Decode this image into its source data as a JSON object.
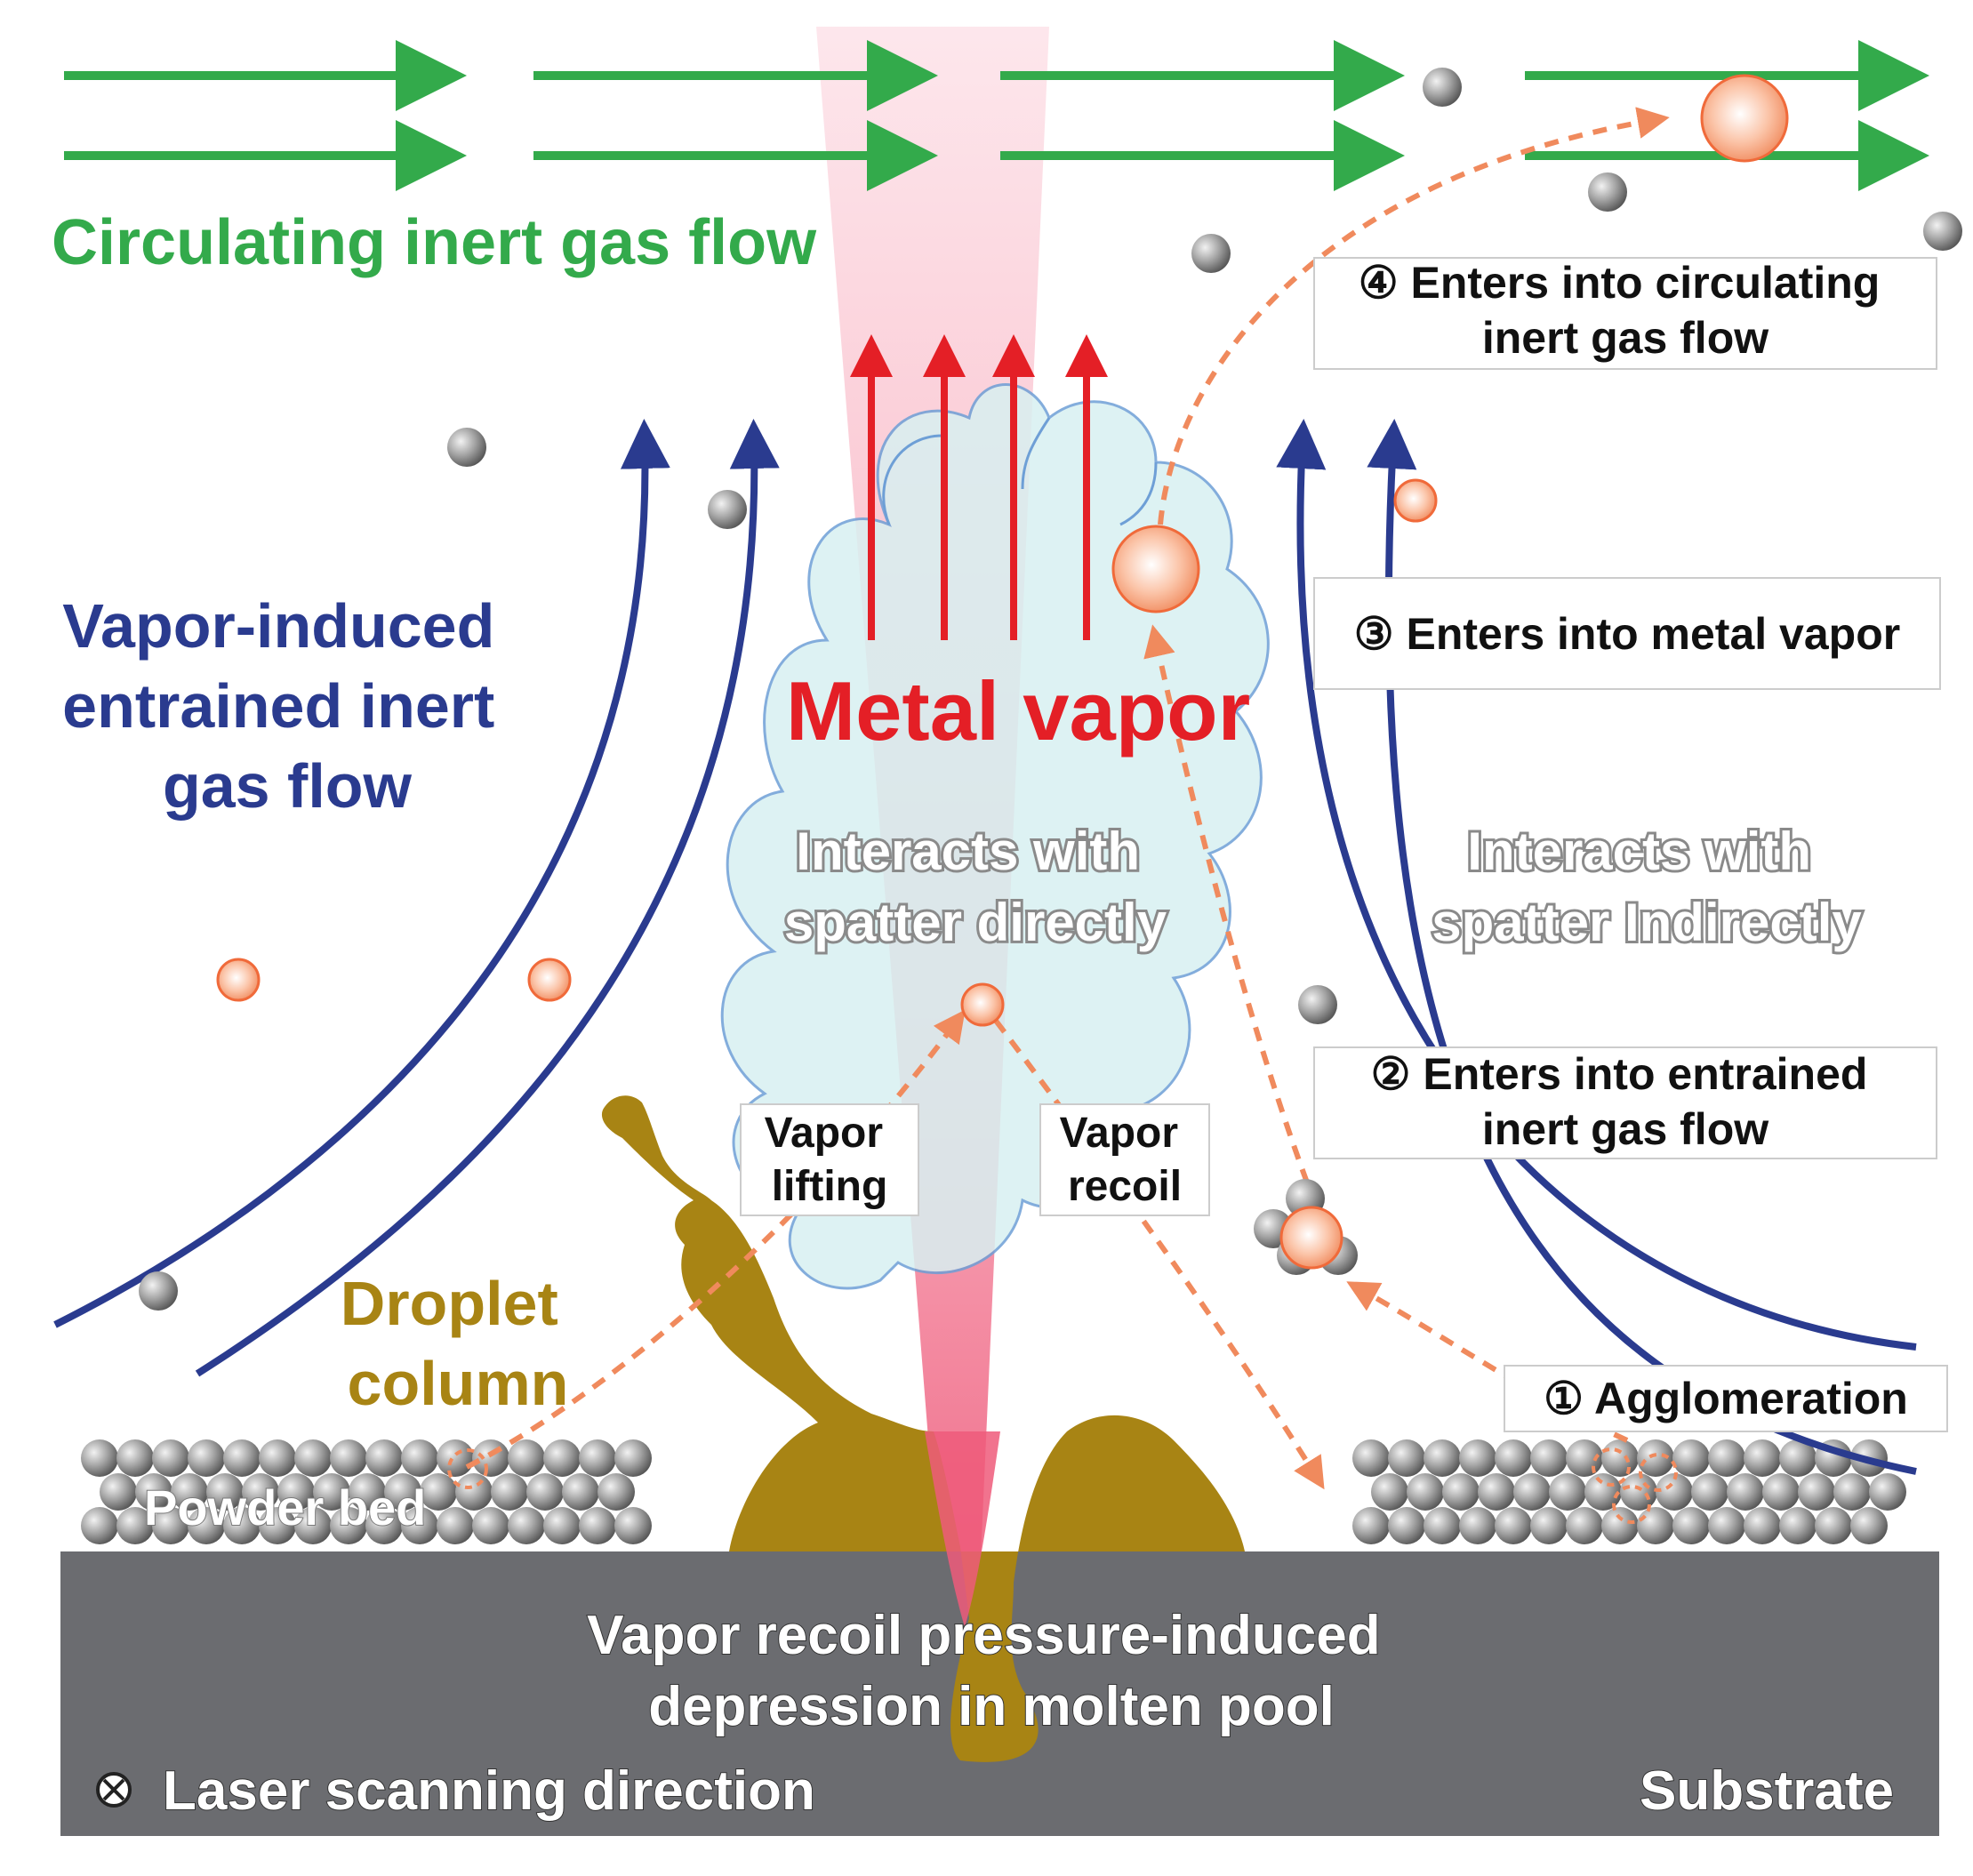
{
  "labels": {
    "circulating_flow": "Circulating inert gas flow",
    "vapor_induced": [
      "Vapor-induced",
      "entrained inert",
      "gas flow"
    ],
    "metal_vapor": "Metal vapor",
    "interacts_direct": [
      "Interacts with",
      "spatter directly"
    ],
    "interacts_indirect": [
      "Interacts with",
      "spatter Indirectly"
    ],
    "vapor_lifting": [
      "Vapor",
      "lifting"
    ],
    "vapor_recoil": [
      "Vapor",
      "recoil"
    ],
    "droplet_column": [
      "Droplet",
      "column"
    ],
    "powder_bed": "Powder bed",
    "depression": [
      "Vapor recoil pressure-induced",
      "depression in molten pool"
    ],
    "laser_direction": "Laser scanning direction",
    "substrate": "Substrate"
  },
  "steps": {
    "step1": "① Agglomeration",
    "step2": [
      "② Enters into entrained",
      "inert gas flow"
    ],
    "step3": "③ Enters into metal vapor",
    "step4": [
      "④ Enters into circulating",
      "inert gas flow"
    ]
  },
  "icons": {
    "laser_direction_symbol": "circled-x-icon"
  },
  "colors": {
    "circulating_flow": "#33aa4b",
    "entrained_flow": "#2a3b8f",
    "metal_vapor": "#e41f26",
    "droplet": "#a88414",
    "spatter_particle": "#f08a5d",
    "powder_particle": "#9a9a9a",
    "substrate": "#6b6c70",
    "vapor_cloud": "#d8f0f1"
  }
}
